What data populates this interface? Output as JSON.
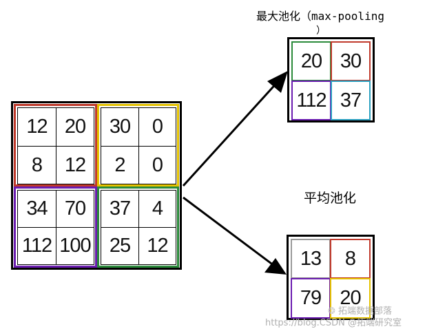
{
  "input_grid": {
    "rows": [
      [
        "12",
        "20",
        "30",
        "0"
      ],
      [
        "8",
        "12",
        "2",
        "0"
      ],
      [
        "34",
        "70",
        "37",
        "4"
      ],
      [
        "112",
        "100",
        "25",
        "12"
      ]
    ],
    "quadrant_colors": [
      "#c0392b",
      "#e6c300",
      "#6a1bb0",
      "#2a8a3a"
    ]
  },
  "max_pooling": {
    "title": "最大池化（max-pooling",
    "title_wrap": "）",
    "rows": [
      [
        "20",
        "30"
      ],
      [
        "112",
        "37"
      ]
    ],
    "cell_colors": [
      "#2a8a3a",
      "#c0392b",
      "#6a1bb0",
      "#2aa0c0"
    ]
  },
  "average_pooling": {
    "title": "平均池化",
    "rows": [
      [
        "13",
        "8"
      ],
      [
        "79",
        "20"
      ]
    ],
    "cell_colors": [
      "#9a9a9a",
      "#c0392b",
      "#6a1bb0",
      "#e6c300"
    ]
  },
  "watermark": {
    "brand": "拓端数据部落",
    "url": "https://blog.CSDN @拓端研究室"
  }
}
